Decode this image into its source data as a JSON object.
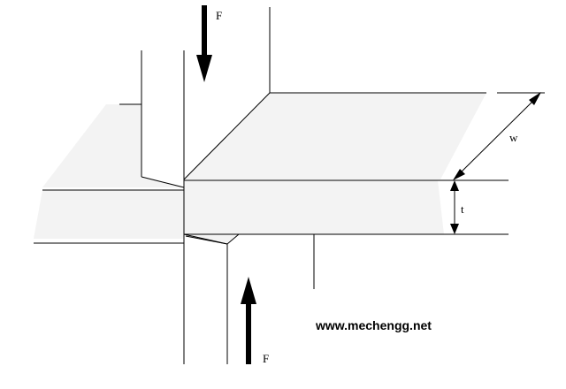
{
  "labels": {
    "force_top": "F",
    "force_bottom": "F",
    "width": "w",
    "thickness": "t",
    "watermark": "www.mechengg.net"
  },
  "colors": {
    "plate_fill": "#f3f3f3",
    "line": "#000000"
  }
}
